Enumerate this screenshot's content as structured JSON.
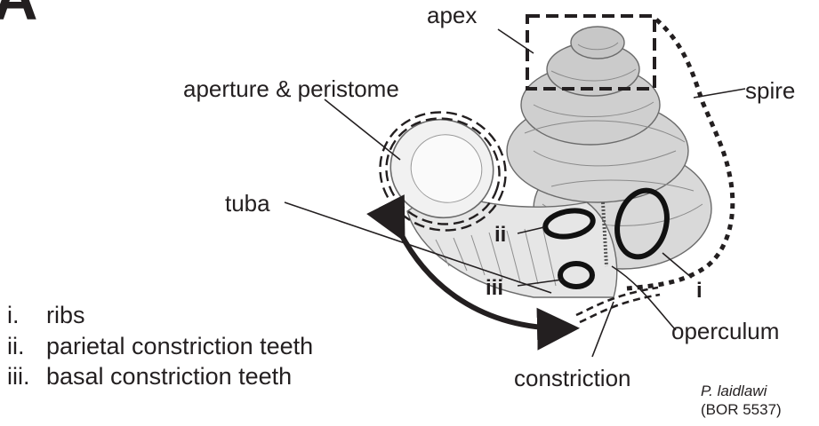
{
  "panel_letter": "A",
  "labels": {
    "apex": "apex",
    "spire": "spire",
    "aperture": "aperture & peristome",
    "tuba": "tuba",
    "tooth_ii": "ii",
    "tooth_iii": "iii",
    "tooth_i": "i",
    "operculum": "operculum",
    "constriction": "constriction"
  },
  "legend": [
    {
      "num": "i.",
      "text": "ribs"
    },
    {
      "num": "ii.",
      "text": "parietal constriction teeth"
    },
    {
      "num": "iii.",
      "text": "basal constriction teeth"
    }
  ],
  "specimen": {
    "name": "P. laidlawi",
    "code": "(BOR 5537)"
  },
  "colors": {
    "ink": "#231f20",
    "shell_fill": "#d6d6d6",
    "shell_line": "#6b6b6b"
  }
}
